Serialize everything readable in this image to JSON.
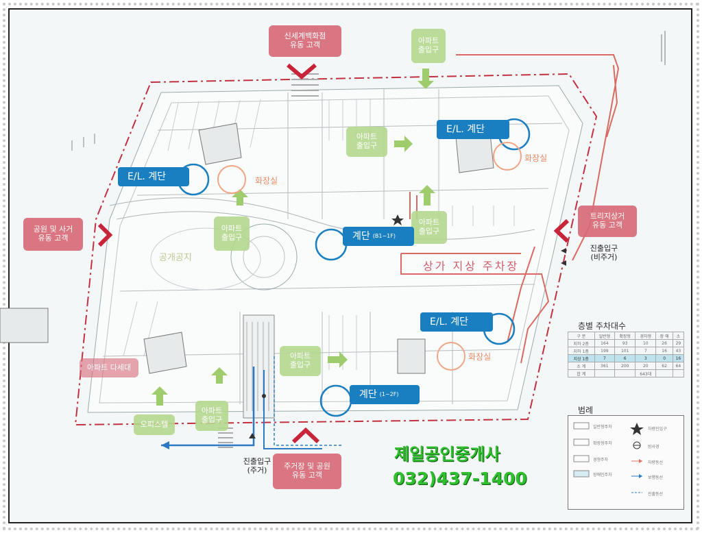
{
  "brand": {
    "name": "제일공인중개사",
    "phone": "032)437-1400"
  },
  "entrance_tags": {
    "top": "신세계백화점\n유동 고객",
    "left": "공원 및 사거\n유동 고객",
    "right": "트리지상거\n유동 고객",
    "bottom": "주거장 및 공원\n유동 고객"
  },
  "green_tags": {
    "top_right": "아파트\n출입구",
    "upper_mid": "아파트\n출입구",
    "left_mid": "아파트\n출입구",
    "mid_right": "아파트\n출입구",
    "lower_mid": "아파트\n출입구",
    "lower_left": "오피스텔",
    "lower_left2": "아파트\n출입구"
  },
  "pink_tag": "아파트 다세대",
  "stair_labels": {
    "el_top_right": "E/L. 계단",
    "el_top_left": "E/L. 계단",
    "stairs_mid": "계단",
    "stairs_mid_sub": "(B1~1F)",
    "el_bottom_right": "E/L. 계단",
    "stairs_bottom": "계단",
    "stairs_bottom_sub": "(1~2F)"
  },
  "restroom_labels": {
    "top_right": "화장실",
    "top_left": "화장실",
    "bottom_right": "화장실"
  },
  "lot_label": "상가 지상 주차장",
  "park_label": "공개공지",
  "entry_labels": {
    "right": "진출입구\n(비주거)",
    "bottom": "진출입구\n(주거)"
  },
  "parking_table": {
    "title": "층별 주차대수",
    "header": [
      "구 분",
      "일반형",
      "확장형",
      "경차형",
      "장 애",
      "소"
    ],
    "rows": [
      [
        "지하 2층",
        "164",
        "93",
        "10",
        "26",
        "29"
      ],
      [
        "지하 1층",
        "199",
        "101",
        "7",
        "16",
        "43"
      ],
      [
        "지상 1층",
        "7",
        "6",
        "3",
        "0",
        "16"
      ],
      [
        "소 계",
        "361",
        "200",
        "20",
        "62",
        "64"
      ],
      [
        "합 계",
        "",
        "",
        "643대",
        "",
        ""
      ]
    ],
    "highlight_row": 2
  },
  "legend": {
    "title": "범례",
    "items": [
      "일반형주차",
      "확장형주차",
      "경형주차",
      "장애인주차",
      "차량진입구",
      "방사경",
      "차량동선",
      "보행동선",
      "진출동선"
    ]
  },
  "colors": {
    "red": "#d86a78",
    "green": "#b5d88e",
    "blue": "#1a7fc0",
    "orange": "#e88b66",
    "boundary": "#c2303f"
  }
}
